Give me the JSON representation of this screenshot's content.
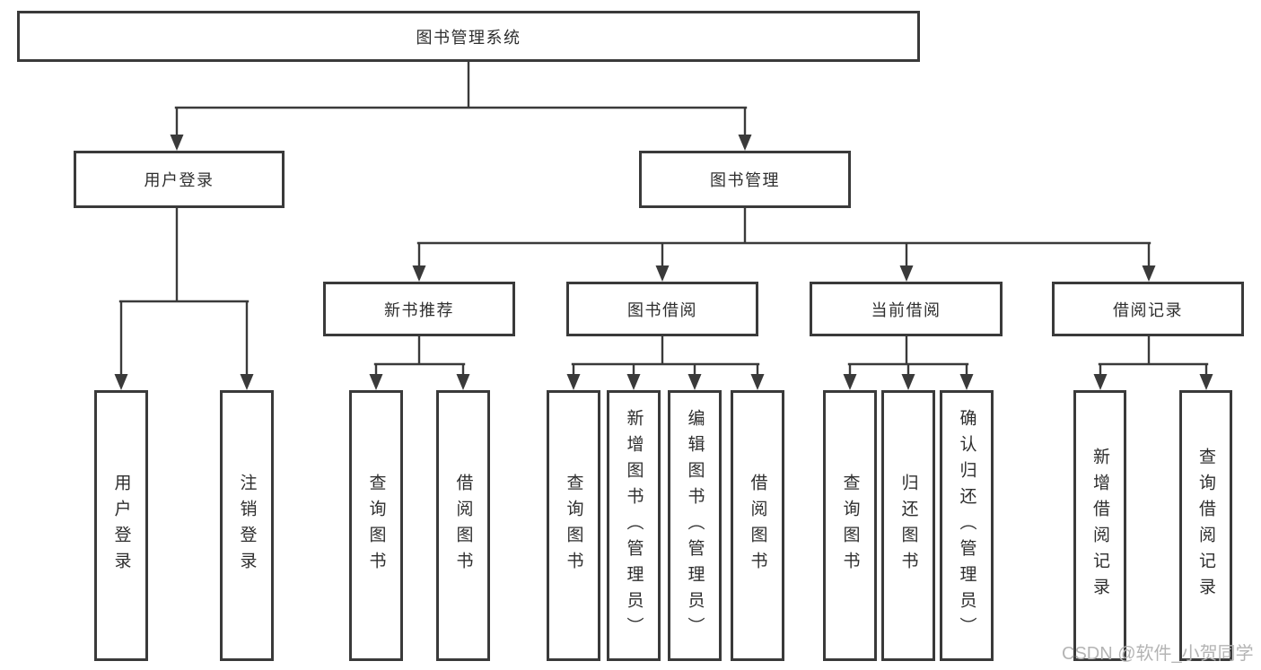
{
  "tree": {
    "root": "图书管理系统",
    "children": [
      {
        "label": "用户登录",
        "children": [
          {
            "label": "用户登录"
          },
          {
            "label": "注销登录"
          }
        ]
      },
      {
        "label": "图书管理",
        "children": [
          {
            "label": "新书推荐",
            "children": [
              {
                "label": "查询图书"
              },
              {
                "label": "借阅图书"
              }
            ]
          },
          {
            "label": "图书借阅",
            "children": [
              {
                "label": "查询图书"
              },
              {
                "label": "新增图书（管理员）"
              },
              {
                "label": "编辑图书（管理员）"
              },
              {
                "label": "借阅图书"
              }
            ]
          },
          {
            "label": "当前借阅",
            "children": [
              {
                "label": "查询图书"
              },
              {
                "label": "归还图书"
              },
              {
                "label": "确认归还（管理员）"
              }
            ]
          },
          {
            "label": "借阅记录",
            "children": [
              {
                "label": "新增借阅记录"
              },
              {
                "label": "查询借阅记录"
              }
            ]
          }
        ]
      }
    ]
  },
  "watermark": "CSDN @软件_小贺同学",
  "colors": {
    "line": "#3a3a3a",
    "text": "#2e2e2e",
    "node_bg": "#ffffff",
    "bg": "#ffffff",
    "watermark": "#b4b4b4"
  }
}
